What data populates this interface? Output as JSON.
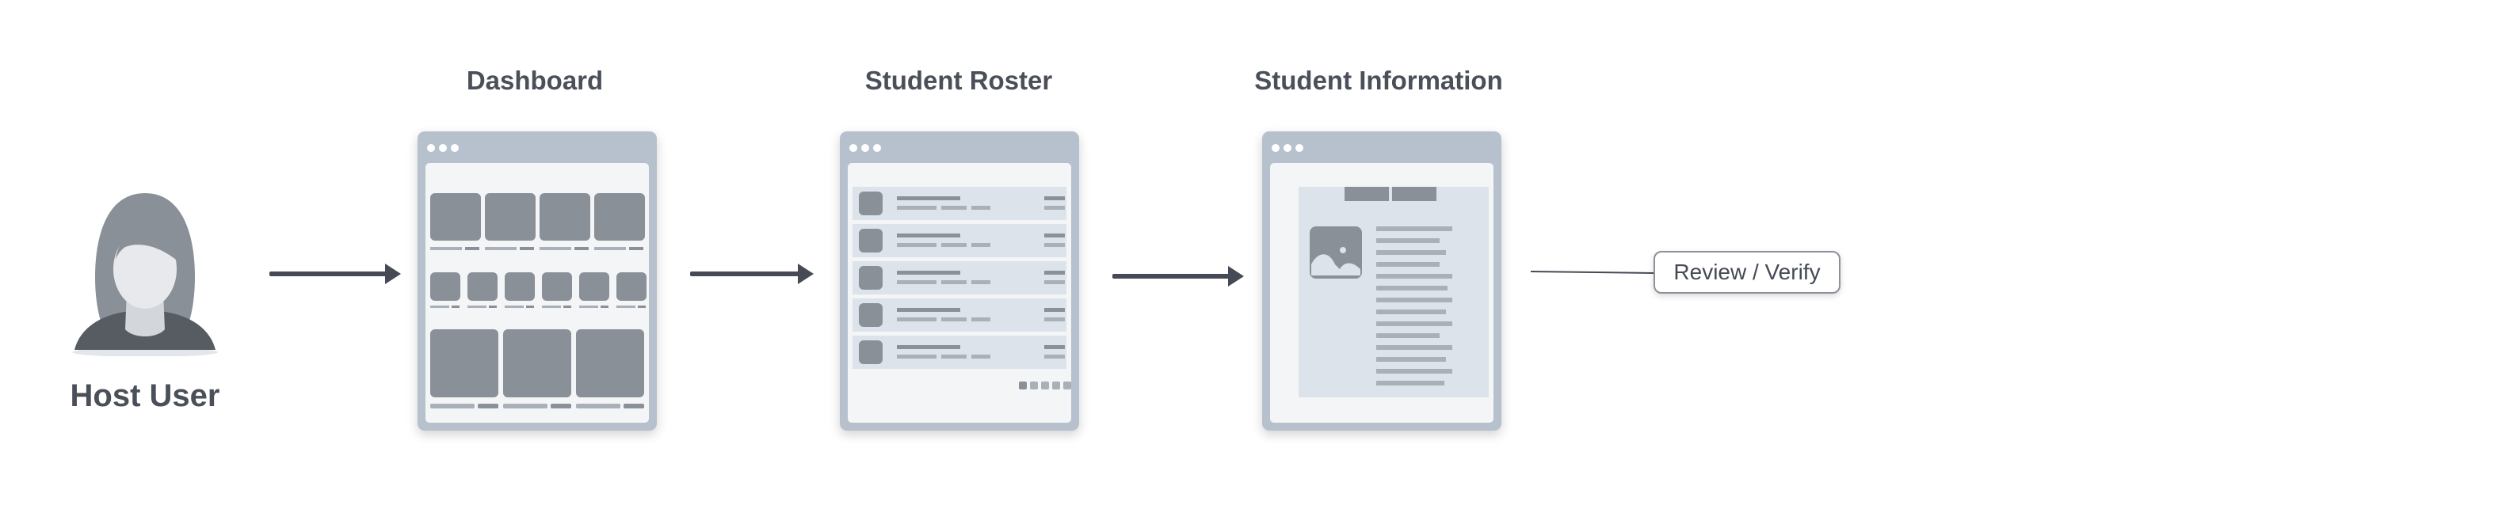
{
  "host": {
    "label": "Host User"
  },
  "screens": [
    {
      "title": "Dashboard"
    },
    {
      "title": "Student Roster"
    },
    {
      "title": "Student Information"
    }
  ],
  "review": {
    "label": "Review / Verify"
  },
  "colors": {
    "text": "#4a4f59",
    "arrow": "#454a55",
    "window_frame": "#b7c1cd",
    "placeholder_dark": "#8a9097",
    "placeholder_light": "#a9b0b8"
  }
}
